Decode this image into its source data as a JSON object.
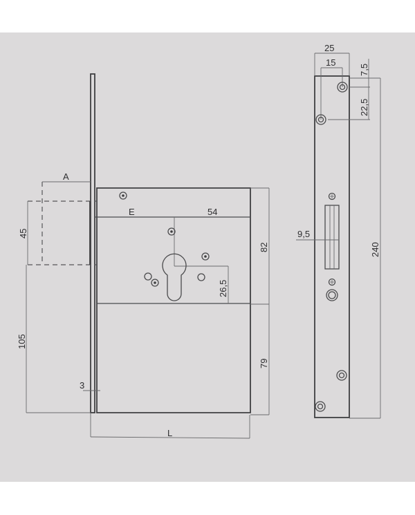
{
  "drawing": {
    "title": "Mortise lock technical drawing",
    "colors": {
      "background": "#dcdadb",
      "line": "#4a4a4c",
      "text": "#2e2e30"
    },
    "side_view": {
      "labels": {
        "A": "A",
        "E": "E",
        "backset_dim": "54",
        "latch_height": "45",
        "lower_height": "105",
        "faceplate_thickness": "3",
        "upper_body": "82",
        "spindle_to_cylinder": "26,5",
        "lower_body": "79",
        "length": "L"
      }
    },
    "front_view": {
      "labels": {
        "width": "25",
        "hole_offset": "15",
        "top_offset": "7,5",
        "hole_spacing": "22,5",
        "bolt_width": "9,5",
        "total_height": "240"
      }
    }
  }
}
